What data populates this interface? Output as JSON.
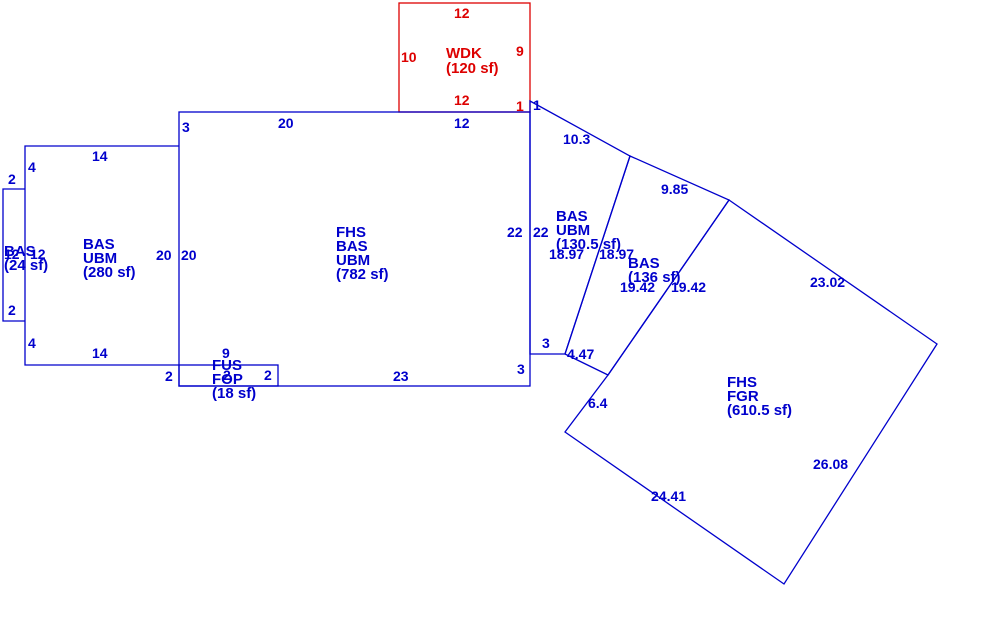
{
  "colors": {
    "primary": "#0000cc",
    "deck": "#dd0000",
    "background": "#ffffff"
  },
  "areas": {
    "wdk": {
      "lines": [
        "WDK",
        "(120 sf)"
      ]
    },
    "main": {
      "lines": [
        "FHS",
        "BAS",
        "UBM",
        "(782 sf)"
      ]
    },
    "left": {
      "lines": [
        "BAS",
        "UBM",
        "(280 sf)"
      ]
    },
    "small_left": {
      "lines": [
        "BAS",
        "(24 sf)"
      ]
    },
    "porch": {
      "lines": [
        "FUS",
        "FOP",
        "(18 sf)"
      ]
    },
    "ubm_right": {
      "lines": [
        "BAS",
        "UBM",
        "(130.5 sf)"
      ]
    },
    "bas_right": {
      "lines": [
        "BAS",
        "(136 sf)"
      ]
    },
    "garage": {
      "lines": [
        "FHS",
        "FGR",
        "(610.5 sf)"
      ]
    }
  },
  "dimensions": {
    "wdk_top": "12",
    "wdk_left": "10",
    "wdk_right": "9",
    "wdk_bottom": "12",
    "wdk_corner": "1",
    "main_corner_right": "1",
    "main_top_left": "3",
    "main_top": "20",
    "main_top_right": "12",
    "main_left": "20",
    "main_right": "22",
    "main_bottom": "23",
    "main_bottom_left": "2",
    "main_bottom_right": "3",
    "left_left": "20",
    "left_top": "14",
    "left_bottom": "14",
    "left_top_corner": "4",
    "left_bottom_corner": "4",
    "small_top": "2",
    "small_bottom": "2",
    "small_left_side": "12",
    "small_right_side": "12",
    "porch_top": "9",
    "porch_left": "2",
    "porch_right": "2",
    "ubm_left": "22",
    "ubm_top": "10.3",
    "ubm_bottom_left": "3",
    "ubm_bottom": "4.47",
    "ubm_diag_a": "18.97",
    "ubm_diag_b": "18.97",
    "bas_top": "9.85",
    "bas_diag_a": "19.42",
    "bas_diag_b": "19.42",
    "gar_top": "23.02",
    "gar_right": "26.08",
    "gar_bottom": "24.41",
    "gar_left": "6.4"
  }
}
